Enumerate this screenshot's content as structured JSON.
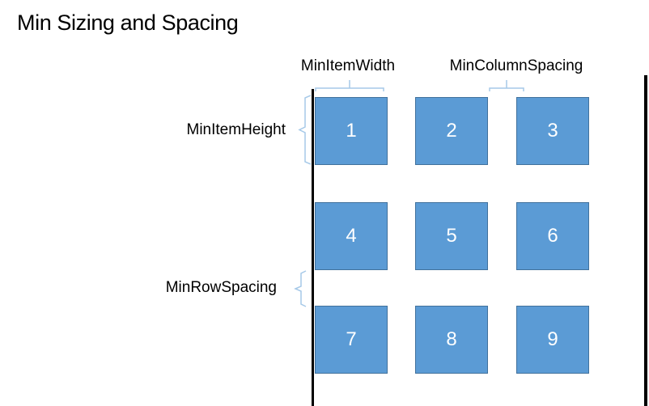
{
  "title": "Min Sizing and Spacing",
  "labels": {
    "min_item_width": "MinItemWidth",
    "min_column_spacing": "MinColumnSpacing",
    "min_item_height": "MinItemHeight",
    "min_row_spacing": "MinRowSpacing"
  },
  "grid": {
    "rows": 3,
    "columns": 3,
    "items": [
      "1",
      "2",
      "3",
      "4",
      "5",
      "6",
      "7",
      "8",
      "9"
    ]
  },
  "colors": {
    "title_text": "#000000",
    "label_text": "#000000",
    "box_fill": "#5B9BD5",
    "box_border": "#41719C",
    "box_number": "#FFFFFF",
    "brace": "#A6C9E8",
    "edge_line": "#000000"
  }
}
